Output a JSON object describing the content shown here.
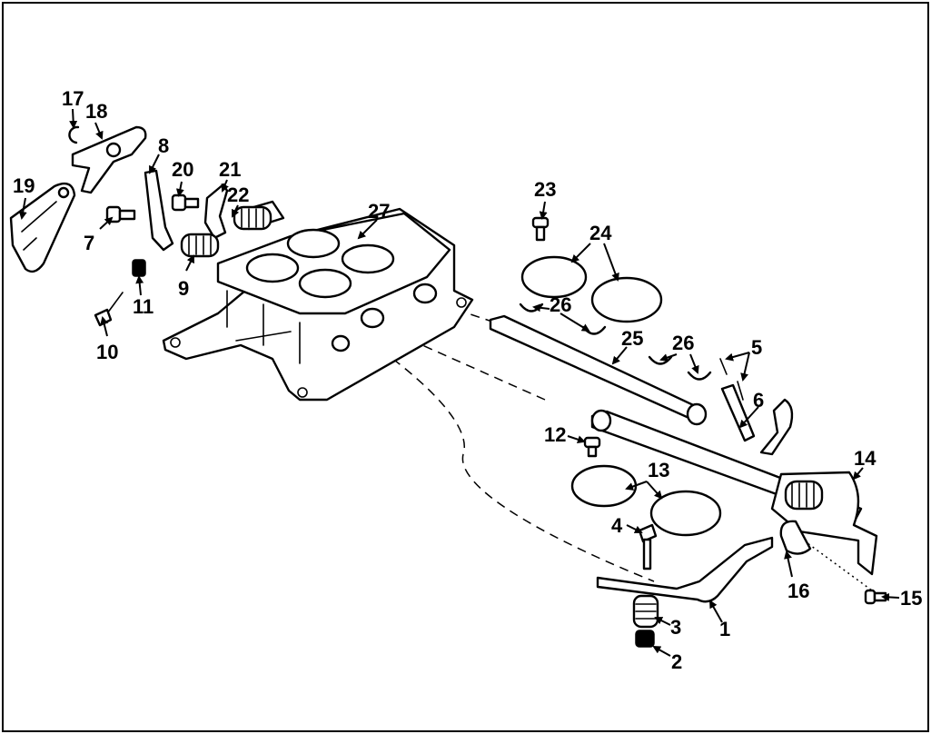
{
  "diagram": {
    "callouts": [
      "1",
      "2",
      "3",
      "4",
      "5",
      "6",
      "7",
      "8",
      "9",
      "10",
      "11",
      "12",
      "13",
      "14",
      "15",
      "16",
      "17",
      "18",
      "19",
      "20",
      "21",
      "22",
      "23",
      "24",
      "25",
      "26",
      "26",
      "27"
    ]
  }
}
